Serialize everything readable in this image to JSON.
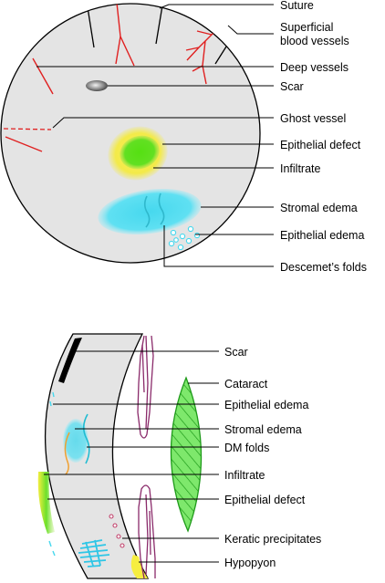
{
  "front_view": {
    "labels": {
      "suture": "Suture",
      "superficial_line1": "Superficial",
      "superficial_line2": "blood vessels",
      "deep_vessels": "Deep vessels",
      "scar": "Scar",
      "ghost_vessel": "Ghost vessel",
      "epithelial_defect": "Epithelial defect",
      "infiltrate": "Infiltrate",
      "stromal_edema": "Stromal edema",
      "epithelial_edema": "Epithelial edema",
      "descemets_folds": "Descemet’s folds"
    }
  },
  "side_view": {
    "labels": {
      "scar": "Scar",
      "cataract": "Cataract",
      "epithelial_edema": "Epithelial edema",
      "stromal_edema": "Stromal edema",
      "dm_folds": "DM folds",
      "infiltrate": "Infiltrate",
      "epithelial_defect": "Epithelial defect",
      "keratic_precipitates": "Keratic precipitates",
      "hypopyon": "Hypopyon"
    }
  },
  "colors": {
    "cornea_fill": "#e4e4e4",
    "vessel_red": "#e02020",
    "epithelial_defect_yellow": "#f3ea4a",
    "infiltrate_green": "#5fe01e",
    "edema_cyan": "#46d8ee",
    "iris_purple": "#8a2a6a",
    "cataract_green": "#6de05a"
  }
}
